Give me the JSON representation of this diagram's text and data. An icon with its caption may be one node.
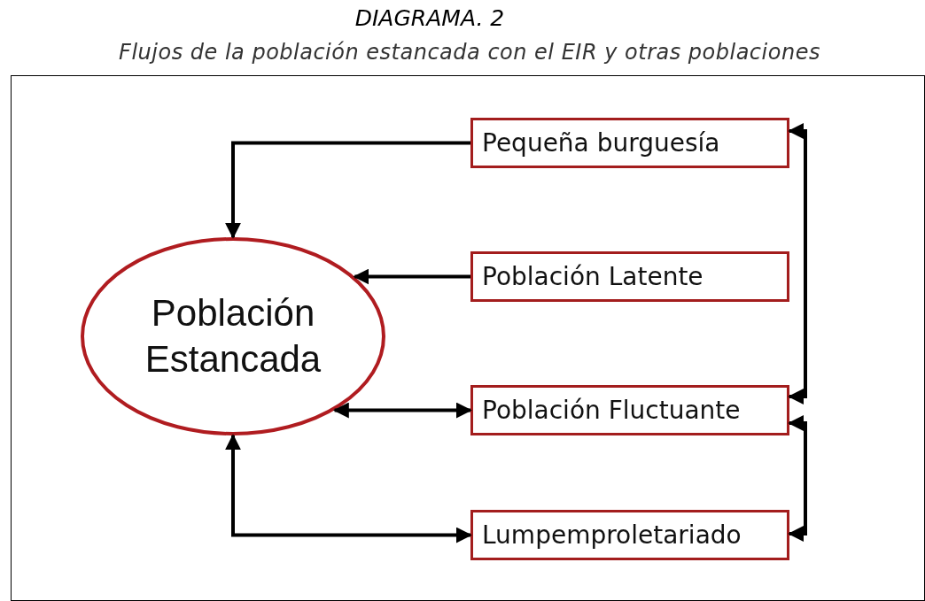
{
  "diagram": {
    "title": "DIAGRAMA. 2",
    "caption": "Flujos de la población estancada con el EIR y otras poblaciones",
    "nodes": [
      {
        "text": [
          "Población Estancada"
        ]
      },
      {
        "text": [
          "Pequeña burguesía"
        ]
      },
      {
        "text": [
          "Población Latente"
        ]
      },
      {
        "text": [
          "Población Fluctuante"
        ]
      },
      {
        "text": [
          "Lumpemproletariado"
        ]
      }
    ],
    "edges": [
      {
        "from": 1,
        "to": 0,
        "arrow": "to"
      },
      {
        "from": 2,
        "to": 0,
        "arrow": "to"
      },
      {
        "from": 0,
        "to": 3,
        "arrow": "both"
      },
      {
        "from": 4,
        "to": 0,
        "arrow": "both"
      },
      {
        "from": 1,
        "to": 3,
        "arrow": "both"
      },
      {
        "from": 3,
        "to": 4,
        "arrow": "both"
      }
    ]
  }
}
